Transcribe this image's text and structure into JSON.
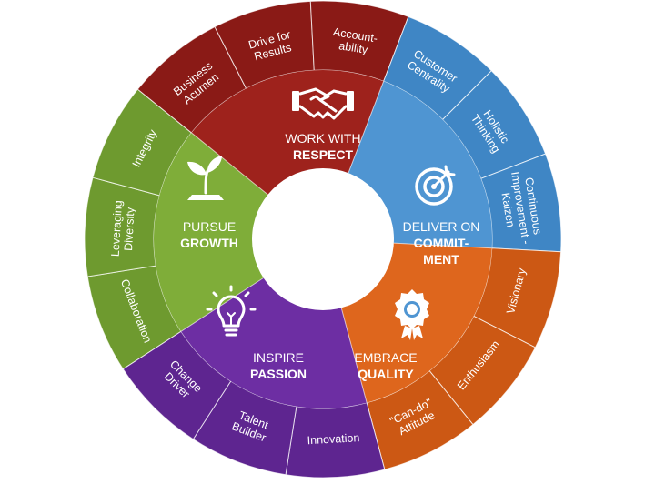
{
  "segments": [
    {
      "key": "respect",
      "line1": "WORK WITH",
      "line2": "RESPECT",
      "icon": "handshake-icon",
      "color_outer": "#6e9a2f",
      "color_inner": "#7fad39",
      "values": [
        [
          "Collaboration"
        ],
        [
          "Leveraging",
          "Diversity"
        ],
        [
          "Integrity"
        ]
      ]
    },
    {
      "key": "commitment",
      "line1": "DELIVER ON",
      "line2": "COMMIT-",
      "line3": "MENT",
      "icon": "target-icon",
      "color_outer": "#8a1a16",
      "color_inner": "#9e221c",
      "values": [
        [
          "Business",
          "Acumen"
        ],
        [
          "Drive for",
          "Results"
        ],
        [
          "Account-",
          "ability"
        ]
      ]
    },
    {
      "key": "quality",
      "line1": "EMBRACE",
      "line2": "QUALITY",
      "icon": "award-ribbon-icon",
      "color_outer": "#3f86c5",
      "color_inner": "#4f95d2",
      "values": [
        [
          "Customer",
          "Centrality"
        ],
        [
          "Holistic",
          "Thinking"
        ],
        [
          "Continuous",
          "Improvement -",
          "Kaizen"
        ]
      ]
    },
    {
      "key": "passion",
      "line1": "INSPIRE",
      "line2": "PASSION",
      "icon": "lightbulb-icon",
      "color_outer": "#cc5814",
      "color_inner": "#de661d",
      "values": [
        [
          "Visionary"
        ],
        [
          "Enthusiasm"
        ],
        [
          "\"Can-do\"",
          "Attitude"
        ]
      ]
    },
    {
      "key": "growth",
      "line1": "PURSUE",
      "line2": "GROWTH",
      "icon": "sprout-icon",
      "color_outer": "#5e2590",
      "color_inner": "#6d2ea3",
      "values": [
        [
          "Innovation"
        ],
        [
          "Talent",
          "Builder"
        ],
        [
          "Change",
          "Driver"
        ]
      ]
    }
  ]
}
